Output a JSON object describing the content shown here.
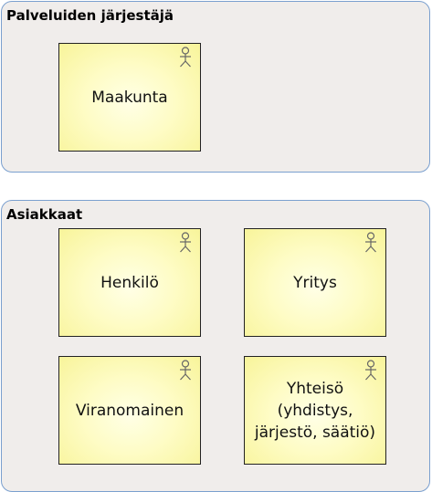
{
  "groups": [
    {
      "title": "Palveluiden järjestäjä",
      "actors": [
        "Maakunta"
      ]
    },
    {
      "title": "Asiakkaat",
      "actors": [
        "Henkilö",
        "Yritys",
        "Viranomainen",
        "Yhteisö\n(yhdistys,\njärjestö, säätiö)"
      ]
    }
  ],
  "colors": {
    "group_fill": "#f0edeb",
    "group_border": "#7ba0cf",
    "actor_fill": "#fefcc6",
    "actor_border": "#222222"
  },
  "icons": {
    "actor": "stick-figure-actor-icon"
  }
}
